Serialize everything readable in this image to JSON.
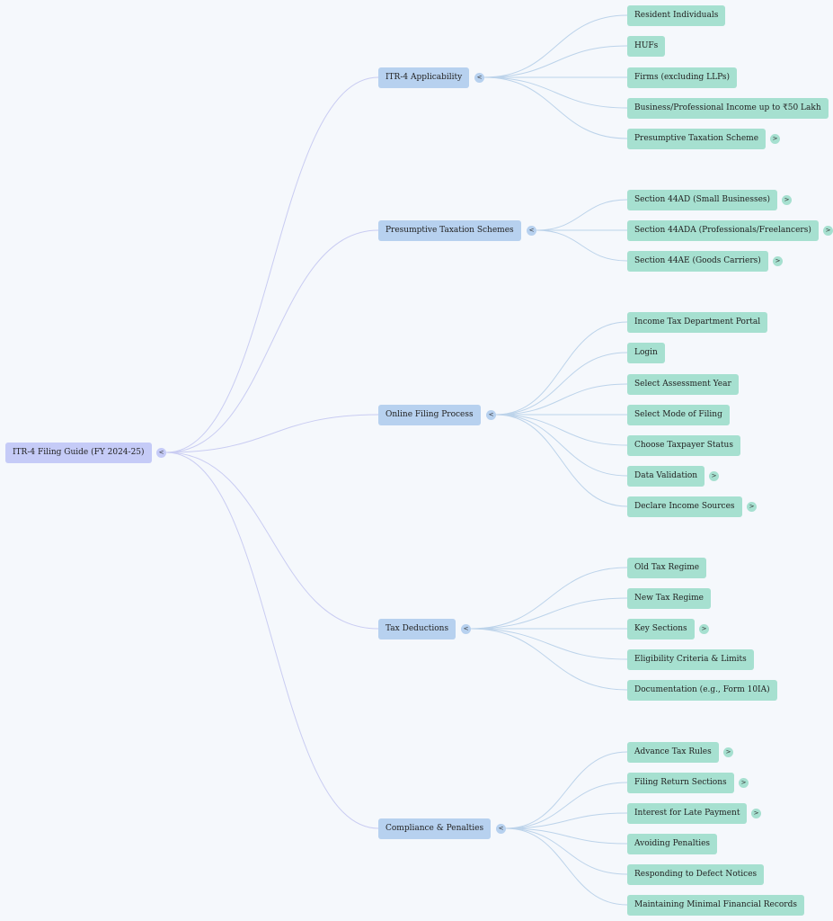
{
  "mindmap": {
    "root": {
      "label": "ITR-4 Filing Guide (FY 2024-25)",
      "toggle": "<"
    },
    "branches": [
      {
        "label": "ITR-4 Applicability",
        "toggle": "<",
        "children": [
          {
            "label": "Resident Individuals"
          },
          {
            "label": "HUFs"
          },
          {
            "label": "Firms (excluding LLPs)"
          },
          {
            "label": "Business/Professional Income up to ₹50 Lakh"
          },
          {
            "label": "Presumptive Taxation Scheme",
            "toggle": ">"
          }
        ]
      },
      {
        "label": "Presumptive Taxation Schemes",
        "toggle": "<",
        "children": [
          {
            "label": "Section 44AD (Small Businesses)",
            "toggle": ">"
          },
          {
            "label": "Section 44ADA (Professionals/Freelancers)",
            "toggle": ">"
          },
          {
            "label": "Section 44AE (Goods Carriers)",
            "toggle": ">"
          }
        ]
      },
      {
        "label": "Online Filing Process",
        "toggle": "<",
        "children": [
          {
            "label": "Income Tax Department Portal"
          },
          {
            "label": "Login"
          },
          {
            "label": "Select Assessment Year"
          },
          {
            "label": "Select Mode of Filing"
          },
          {
            "label": "Choose Taxpayer Status"
          },
          {
            "label": "Data Validation",
            "toggle": ">"
          },
          {
            "label": "Declare Income Sources",
            "toggle": ">"
          }
        ]
      },
      {
        "label": "Tax Deductions",
        "toggle": "<",
        "children": [
          {
            "label": "Old Tax Regime"
          },
          {
            "label": "New Tax Regime"
          },
          {
            "label": "Key Sections",
            "toggle": ">"
          },
          {
            "label": "Eligibility Criteria & Limits"
          },
          {
            "label": "Documentation (e.g., Form 10IA)"
          }
        ]
      },
      {
        "label": "Compliance & Penalties",
        "toggle": "<",
        "children": [
          {
            "label": "Advance Tax Rules",
            "toggle": ">"
          },
          {
            "label": "Filing Return Sections",
            "toggle": ">"
          },
          {
            "label": "Interest for Late Payment",
            "toggle": ">"
          },
          {
            "label": "Avoiding Penalties"
          },
          {
            "label": "Responding to Defect Notices"
          },
          {
            "label": "Maintaining Minimal Financial Records"
          }
        ]
      }
    ],
    "colors": {
      "root": "#c5cbf7",
      "branch": "#b7d1ef",
      "leaf": "#a6e0d0",
      "root_link": "#c9ccf2",
      "branch_link": "#bcd3ea",
      "background": "#f5f8fc"
    }
  }
}
